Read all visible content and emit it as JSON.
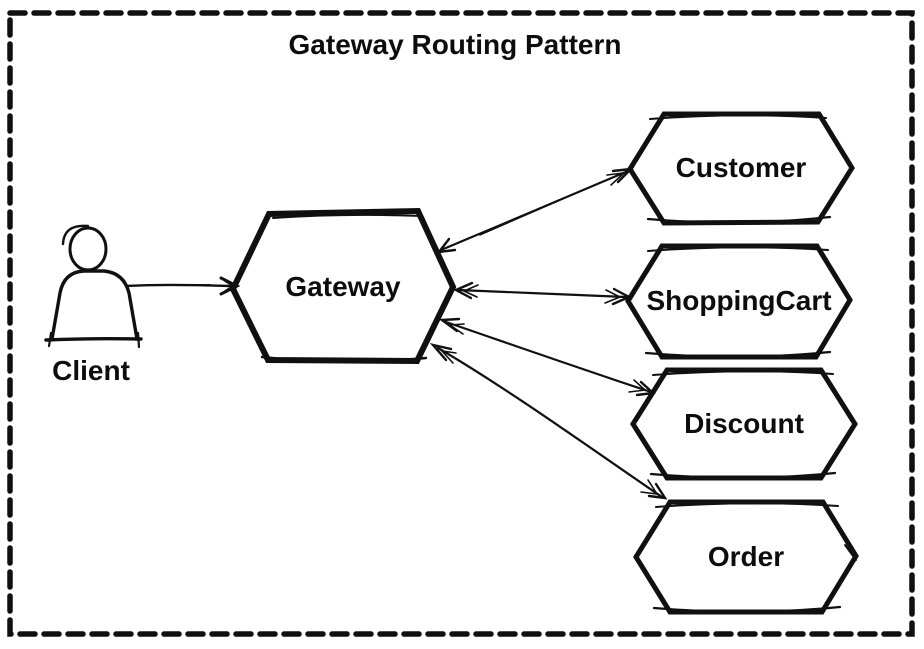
{
  "diagram": {
    "title": "Gateway Routing Pattern",
    "nodes": {
      "client": {
        "label": "Client",
        "type": "actor"
      },
      "gateway": {
        "label": "Gateway",
        "type": "hexagon"
      },
      "services": [
        {
          "id": "customer",
          "label": "Customer"
        },
        {
          "id": "shoppingcart",
          "label": "ShoppingCart"
        },
        {
          "id": "discount",
          "label": "Discount"
        },
        {
          "id": "order",
          "label": "Order"
        }
      ]
    },
    "edges": [
      {
        "from": "client",
        "to": "gateway",
        "direction": "one-way"
      },
      {
        "from": "gateway",
        "to": "customer",
        "direction": "two-way"
      },
      {
        "from": "gateway",
        "to": "shoppingcart",
        "direction": "two-way"
      },
      {
        "from": "gateway",
        "to": "discount",
        "direction": "two-way"
      },
      {
        "from": "gateway",
        "to": "order",
        "direction": "two-way"
      }
    ],
    "colors": {
      "stroke": "#101010",
      "background": "#ffffff",
      "text": "#0d0d0d"
    }
  }
}
